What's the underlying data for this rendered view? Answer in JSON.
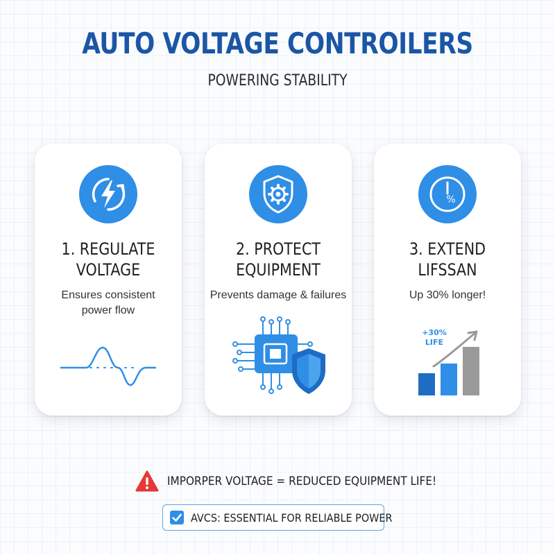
{
  "header": {
    "title": "AUTO VOLTAGE CONTROILERS",
    "subtitle": "POWERING STABILITY"
  },
  "cards": [
    {
      "icon": "lightning-refresh-icon",
      "title_lines": [
        "1. REGULATE",
        "VOLTAGE"
      ],
      "desc_lines": [
        "Ensures consistent",
        "power flow"
      ],
      "illustration": "sine-wave"
    },
    {
      "icon": "shield-gear-icon",
      "title_lines": [
        "2. PROTECT",
        "EQUIPMENT"
      ],
      "desc_lines": [
        "Prevents damage & failures"
      ],
      "illustration": "circuit-chip-shield"
    },
    {
      "icon": "clock-percent-icon",
      "icon_text": "%",
      "title_lines": [
        "3. EXTEND",
        "LIFSSAN"
      ],
      "desc_lines": [
        "Up 30% longer!"
      ],
      "illustration": "growth-bar-chart",
      "illustration_label_lines": [
        "+30%",
        "LIFE"
      ],
      "bar_levels": [
        0.45,
        0.65,
        1.0
      ]
    }
  ],
  "warning": {
    "icon": "warning-triangle-icon",
    "text": "IMPORPER VOLTAGE = REDUCED EQUIPMENT LIFE!"
  },
  "badge": {
    "icon": "checkbox-checked-icon",
    "text": "AVCS: ESSENTIAL FOR RELIABLE POWER"
  },
  "colors": {
    "primary_blue": "#2f8ee6",
    "title_blue": "#1b56a6",
    "dark_blue": "#1f6cc4",
    "gray_bar": "#9a9a9a",
    "warning_red": "#e53935"
  }
}
